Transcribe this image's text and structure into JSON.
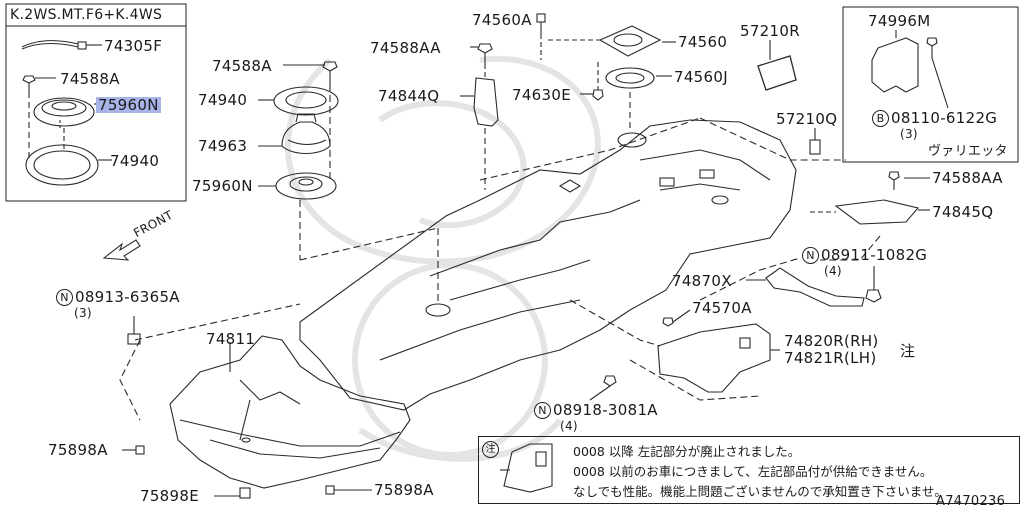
{
  "labels": {
    "spec": "K.2WS.MT.F6+K.4WS",
    "p74305F": "74305F",
    "p74588A_inset": "74588A",
    "p75960N_inset": "75960N",
    "p74940_inset": "74940",
    "p74588A": "74588A",
    "p74940": "74940",
    "p74963": "74963",
    "p75960N": "75960N",
    "p74560A": "74560A",
    "p74588AA_top": "74588AA",
    "p74844Q": "74844Q",
    "p74630E": "74630E",
    "p74560": "74560",
    "p74560J": "74560J",
    "p57210R": "57210R",
    "p57210Q": "57210Q",
    "p74996M": "74996M",
    "b08110": "08110-6122G",
    "b08110_qty": "(3)",
    "b08110_prefix": "B",
    "variety": "ヴァリエッタ",
    "p74588AA_right": "74588AA",
    "p74845Q": "74845Q",
    "n08911": "08911-1082G",
    "n08911_qty": "(4)",
    "p74870X": "74870X",
    "p74570A": "74570A",
    "p74820R": "74820R(RH)",
    "p74821R": "74821R(LH)",
    "note_mark": "注",
    "n08913": "08913-6365A",
    "n08913_qty": "(3)",
    "p74811": "74811",
    "front": "FRONT",
    "p75898A_left": "75898A",
    "p75898E": "75898E",
    "p75898A_bottom": "75898A",
    "n08918": "08918-3081A",
    "n08918_qty": "(4)",
    "n_prefix": "N",
    "diagram_id": "A7470236"
  },
  "note": {
    "mark": "注",
    "line1": "0008 以降 左記部分が廃止されました。",
    "line2": "0008 以前のお車につきまして、左記部品付が供給できません。",
    "line3": "なしでも性能。機能上問題ございませんので承知置き下さいませ。"
  },
  "colors": {
    "line": "#2a2a2a",
    "highlight": "#a8b4e8",
    "watermark": "#e4e4e4"
  }
}
